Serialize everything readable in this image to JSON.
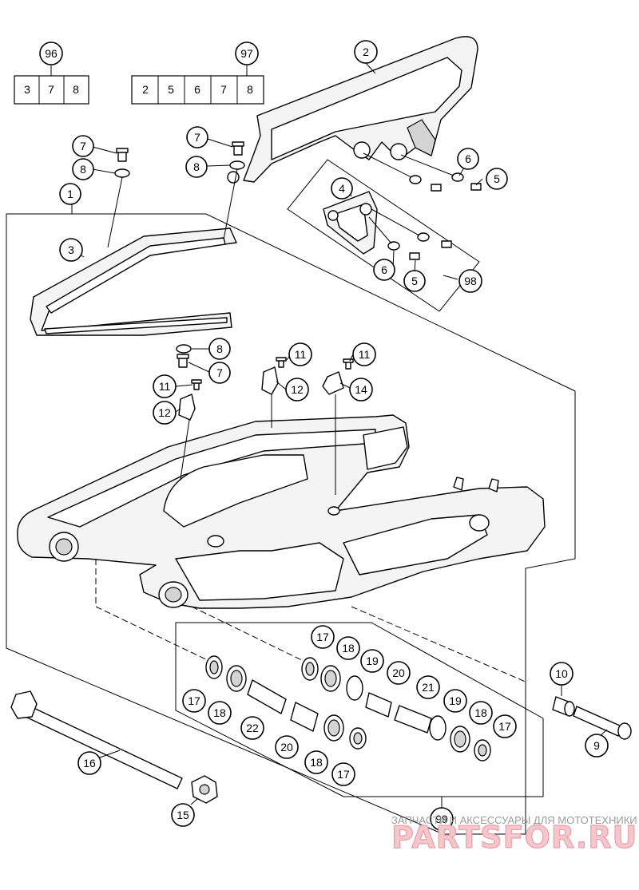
{
  "callouts": {
    "c1": "1",
    "c2": "2",
    "c3": "3",
    "c4": "4",
    "c5a": "5",
    "c5b": "5",
    "c6a": "6",
    "c6b": "6",
    "c7a": "7",
    "c7b": "7",
    "c7c": "7",
    "c8a": "8",
    "c8b": "8",
    "c8c": "8",
    "c9": "9",
    "c10": "10",
    "c11a": "11",
    "c11b": "11",
    "c11c": "11",
    "c12a": "12",
    "c12b": "12",
    "c14": "14",
    "c15": "15",
    "c16": "16",
    "c17a": "17",
    "c17b": "17",
    "c17c": "17",
    "c17d": "17",
    "c18a": "18",
    "c18b": "18",
    "c18c": "18",
    "c18d": "18",
    "c19a": "19",
    "c19b": "19",
    "c20a": "20",
    "c20b": "20",
    "c21": "21",
    "c22": "22",
    "c98": "98",
    "c99": "99"
  },
  "kits": {
    "k96": {
      "label": "96",
      "parts": [
        "3",
        "7",
        "8"
      ]
    },
    "k97": {
      "label": "97",
      "parts": [
        "2",
        "5",
        "6",
        "7",
        "8"
      ]
    }
  },
  "watermark": {
    "caption": "ЗАПЧАСТИ И АКСЕССУАРЫ ДЛЯ МОТОТЕХНИКИ",
    "logo": "PARTSFOR.RU"
  }
}
